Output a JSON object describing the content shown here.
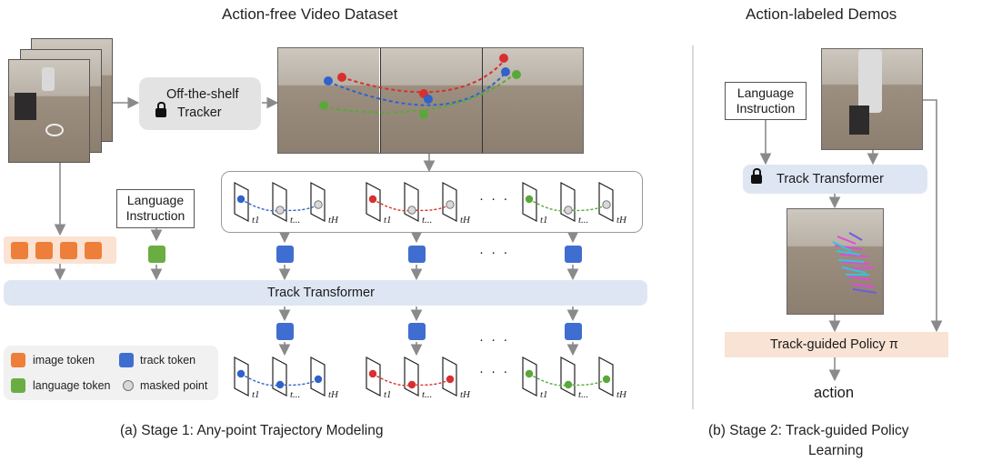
{
  "stage1": {
    "dataset_title": "Action-free Video Dataset",
    "tracker_line1": "Off-the-shelf",
    "tracker_line2": "Tracker",
    "language_line1": "Language",
    "language_line2": "Instruction",
    "transformer_label": "Track Transformer",
    "ellipsis": "· · ·",
    "time_labels": [
      "t1",
      "t...",
      "tH"
    ],
    "caption": "(a) Stage 1: Any-point Trajectory Modeling"
  },
  "legend": {
    "image_token": "image token",
    "track_token": "track token",
    "language_token": "language token",
    "masked_point": "masked point"
  },
  "stage2": {
    "title": "Action-labeled Demos",
    "language_line1": "Language",
    "language_line2": "Instruction",
    "transformer_label": "Track Transformer",
    "policy_label": "Track-guided Policy π",
    "output_label": "action",
    "caption_line1": "(b) Stage 2: Track-guided Policy",
    "caption_line2": "Learning"
  },
  "colors": {
    "image_token": "#ee7f3a",
    "language_token": "#6aad43",
    "track_token": "#3f6ed0",
    "track_blue": "#2f63c9",
    "track_red": "#d92f2f",
    "track_green": "#5aa83a",
    "masked_point": "#d8d8d8"
  }
}
